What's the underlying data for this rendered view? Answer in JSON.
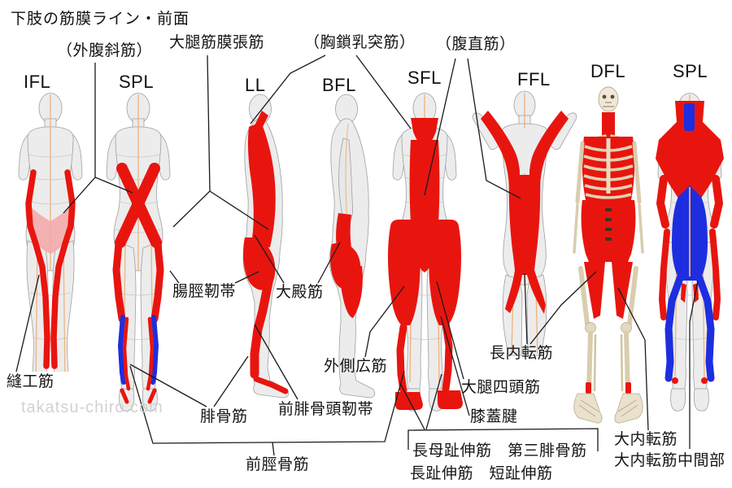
{
  "title": "下肢の筋膜ライン・前面",
  "watermark": "takatsu-chiro.com",
  "colors": {
    "muscle_red": "#e8150f",
    "muscle_blue": "#1d2ee0",
    "belly_pink": "#f5a8a8",
    "body_gray": "#ececec",
    "bone": "#e0d6ba",
    "center_line_orange": "#f0a868"
  },
  "figure_headers": {
    "ifl": "IFL",
    "spl": "SPL",
    "ll": "LL",
    "bfl": "BFL",
    "sfl": "SFL",
    "ffl": "FFL",
    "dfl": "DFL",
    "spl_back": "SPL"
  },
  "annotations": {
    "gaifukushakin": "（外腹斜筋）",
    "daitaikinmakuchokin": "大腿筋膜張筋",
    "kyosanyutotsukin": "（胸鎖乳突筋）",
    "fukuchokukin": "（腹直筋）",
    "chokeijintai": "腸脛靭帯",
    "daidenkin": "大殿筋",
    "gaisokukokin": "外側広筋",
    "hokokin": "縫工筋",
    "hikotsukin": "腓骨筋",
    "zenhikotsutojintai": "前腓骨頭靭帯",
    "zenkeikotsukin": "前脛骨筋",
    "daitaishitokin": "大腿四頭筋",
    "shitsugaiken": "膝蓋腱",
    "chonaitenkin": "長内転筋",
    "dainaitenkin": "大内転筋",
    "dainaitenkinchukanbu": "大内転筋中間部",
    "box_line1": "長母趾伸筋　第三腓骨筋",
    "box_line2": "長趾伸筋　短趾伸筋"
  }
}
